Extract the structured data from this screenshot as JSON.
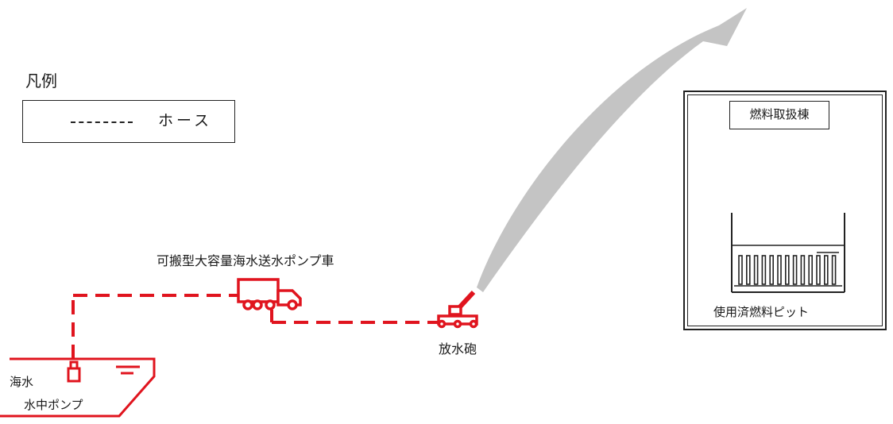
{
  "legend": {
    "title": "凡例",
    "hose_label": "ホース"
  },
  "labels": {
    "truck": "可搬型大容量海水送水ポンプ車",
    "cannon": "放水砲",
    "seawater": "海水",
    "underwater_pump": "水中ポンプ",
    "building": "燃料取扱棟",
    "fuel_pit": "使用済燃料ピット"
  },
  "colors": {
    "equipment": "#e0141e",
    "line": "#222222",
    "water_spray": "#c4c4c4"
  }
}
